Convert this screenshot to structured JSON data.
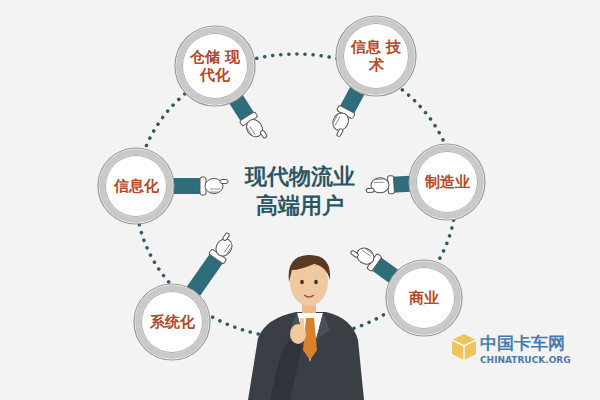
{
  "diagram": {
    "nodes": [
      {
        "text": [
          "仓储 现代化"
        ]
      },
      {
        "text": [
          "信息 技术"
        ]
      },
      {
        "text": [
          "制造业"
        ]
      },
      {
        "text": [
          "商业"
        ]
      },
      {
        "text": [
          "系统化"
        ]
      },
      {
        "text": [
          "信息化"
        ]
      }
    ],
    "labels": [
      "现代物流业 高端用户",
      "中国卡车网",
      "CHINATRUCK.ORG"
    ]
  }
}
